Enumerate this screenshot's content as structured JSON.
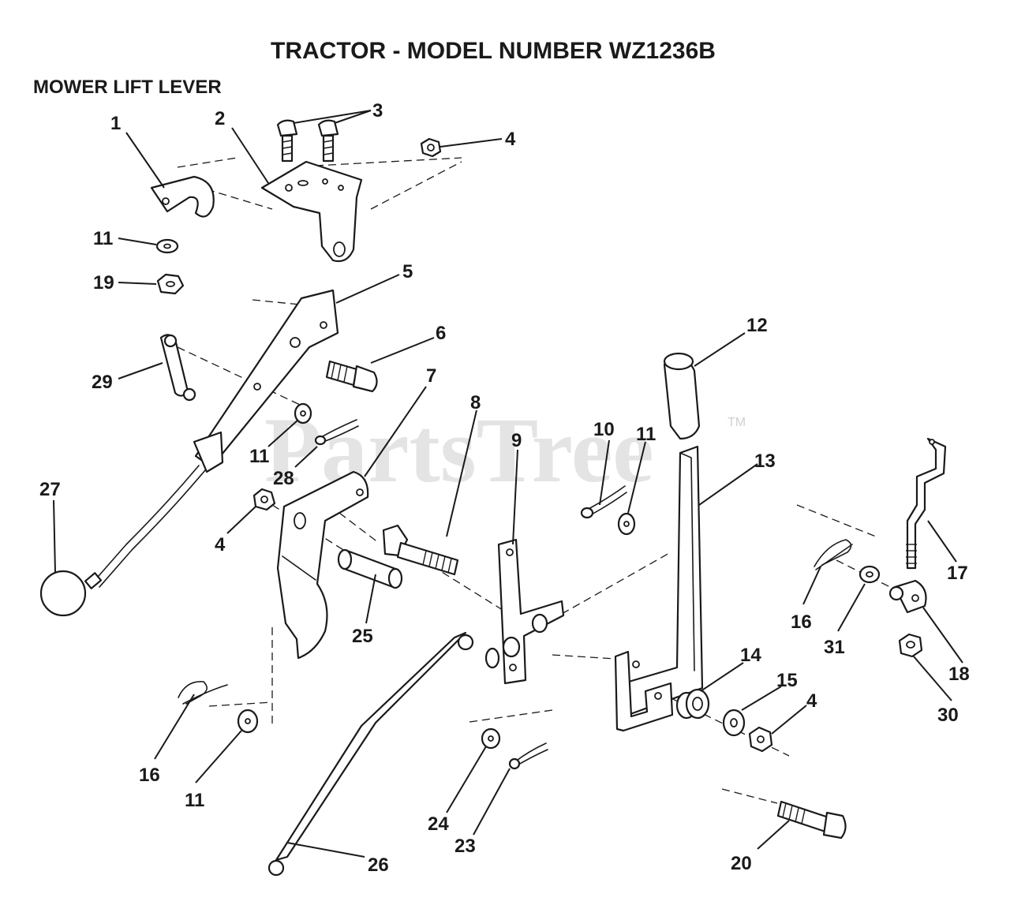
{
  "diagram": {
    "title": "TRACTOR  - MODEL NUMBER WZ1236B",
    "subtitle": "MOWER LIFT LEVER",
    "watermark": "PartsTree",
    "trademark": "TM"
  },
  "callouts": [
    {
      "id": "c1",
      "label": "1"
    },
    {
      "id": "c2",
      "label": "2"
    },
    {
      "id": "c3",
      "label": "3"
    },
    {
      "id": "c4a",
      "label": "4"
    },
    {
      "id": "c5",
      "label": "5"
    },
    {
      "id": "c6",
      "label": "6"
    },
    {
      "id": "c7",
      "label": "7"
    },
    {
      "id": "c8",
      "label": "8"
    },
    {
      "id": "c9",
      "label": "9"
    },
    {
      "id": "c10",
      "label": "10"
    },
    {
      "id": "c11a",
      "label": "11"
    },
    {
      "id": "c11b",
      "label": "11"
    },
    {
      "id": "c11c",
      "label": "11"
    },
    {
      "id": "c11d",
      "label": "11"
    },
    {
      "id": "c12",
      "label": "12"
    },
    {
      "id": "c13",
      "label": "13"
    },
    {
      "id": "c14",
      "label": "14"
    },
    {
      "id": "c15",
      "label": "15"
    },
    {
      "id": "c4b",
      "label": "4"
    },
    {
      "id": "c4c",
      "label": "4"
    },
    {
      "id": "c16a",
      "label": "16"
    },
    {
      "id": "c16b",
      "label": "16"
    },
    {
      "id": "c17",
      "label": "17"
    },
    {
      "id": "c18",
      "label": "18"
    },
    {
      "id": "c19",
      "label": "19"
    },
    {
      "id": "c20",
      "label": "20"
    },
    {
      "id": "c23",
      "label": "23"
    },
    {
      "id": "c24",
      "label": "24"
    },
    {
      "id": "c25",
      "label": "25"
    },
    {
      "id": "c26",
      "label": "26"
    },
    {
      "id": "c27",
      "label": "27"
    },
    {
      "id": "c28",
      "label": "28"
    },
    {
      "id": "c29",
      "label": "29"
    },
    {
      "id": "c30",
      "label": "30"
    },
    {
      "id": "c31",
      "label": "31"
    }
  ]
}
